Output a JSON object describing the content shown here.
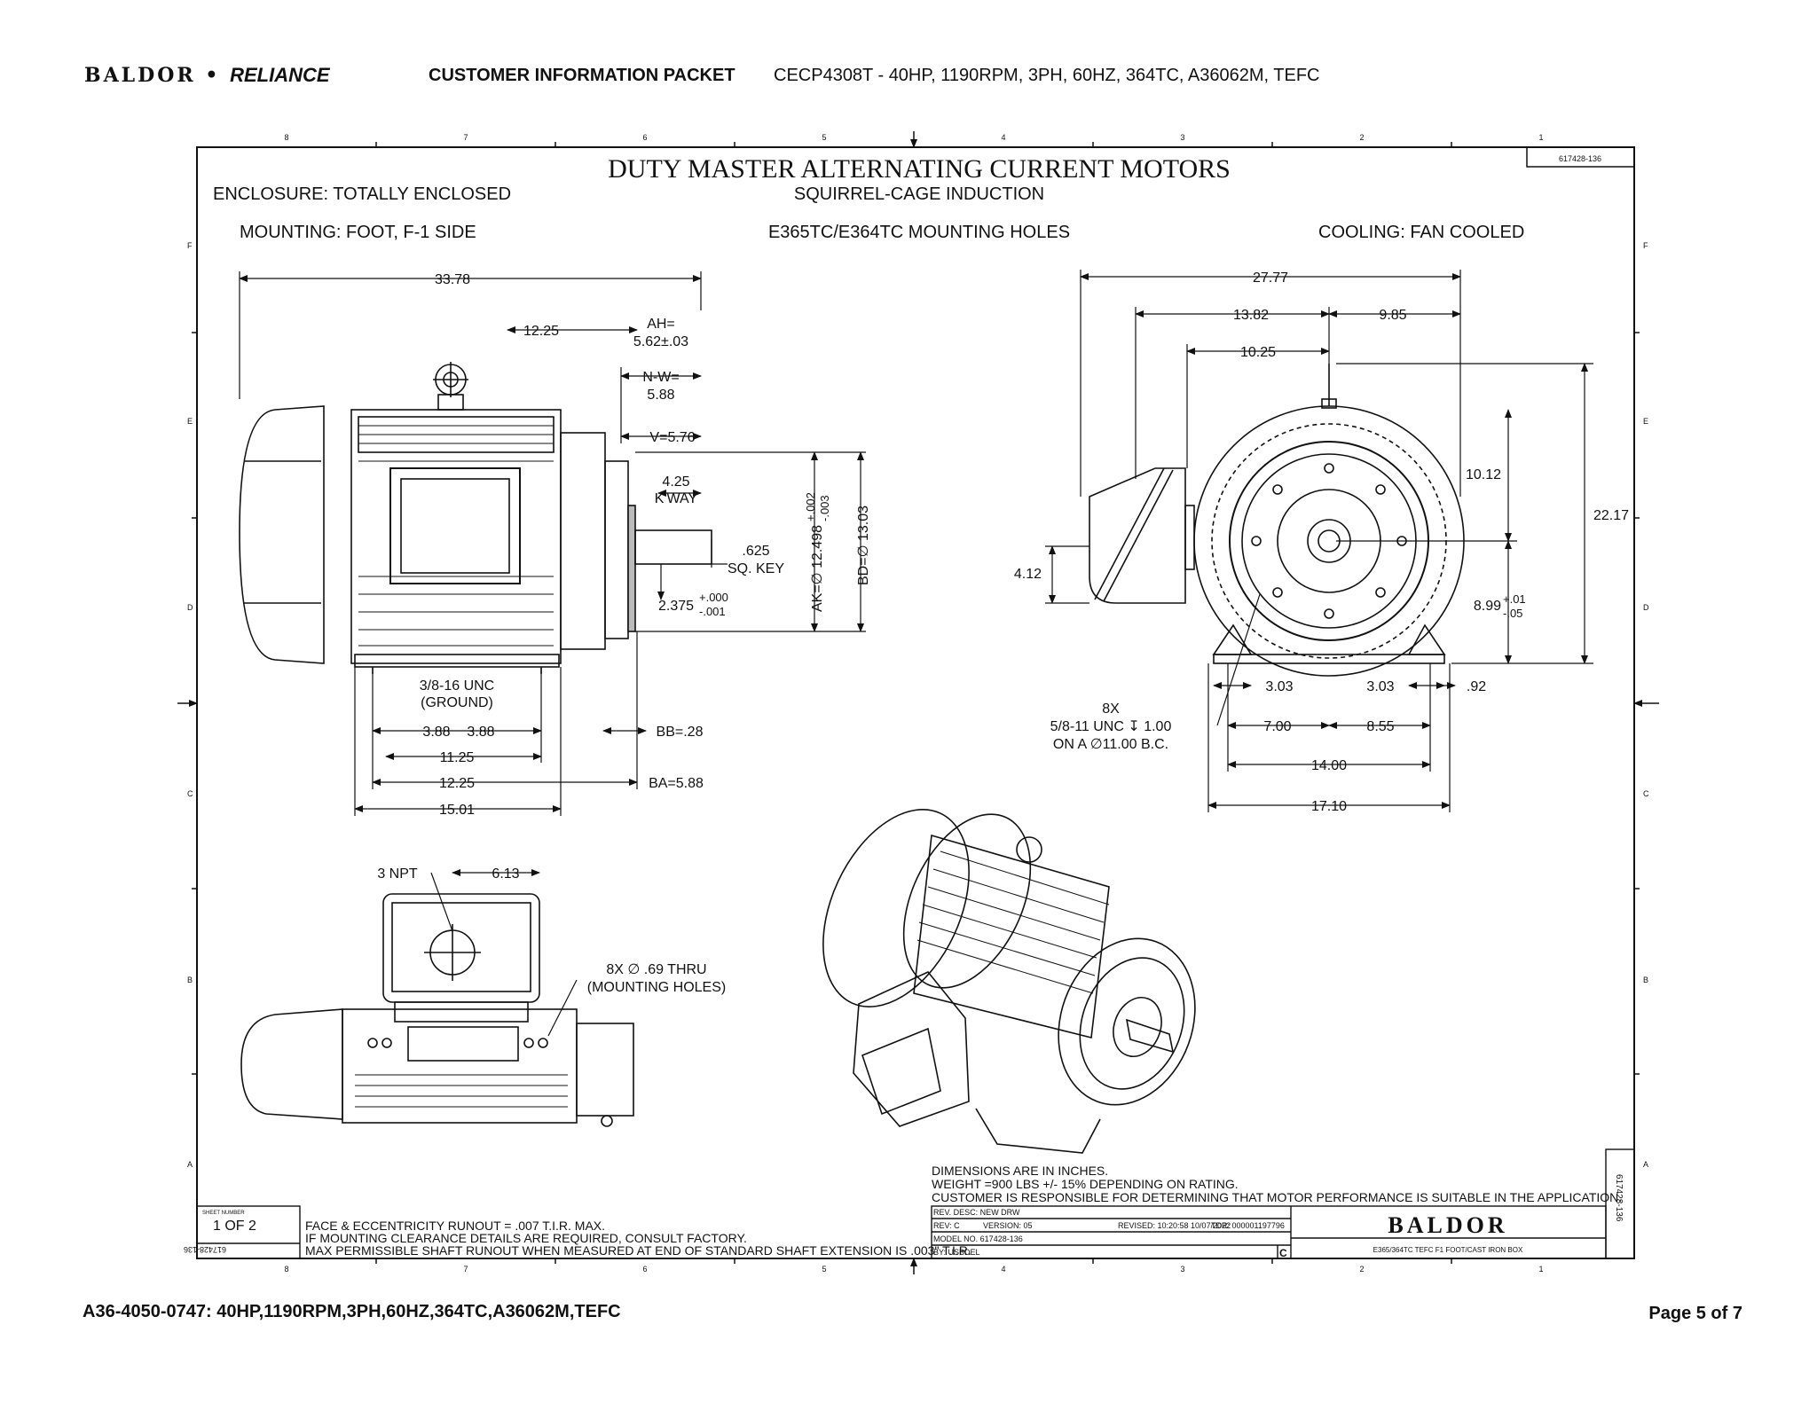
{
  "header": {
    "brand_main": "BALDOR",
    "brand_sep": "•",
    "brand_sub": "RELIANCE",
    "packet_title": "CUSTOMER INFORMATION PACKET",
    "model_desc": "CECP4308T - 40HP, 1190RPM, 3PH, 60HZ, 364TC, A36062M, TEFC"
  },
  "drawing": {
    "number": "617428-136",
    "title": "DUTY MASTER ALTERNATING CURRENT MOTORS",
    "subtitle": "SQUIRREL-CAGE INDUCTION",
    "enclosure": "ENCLOSURE: TOTALLY ENCLOSED",
    "mounting": "MOUNTING: FOOT, F-1 SIDE",
    "mounting_holes": "E365TC/E364TC MOUNTING HOLES",
    "cooling": "COOLING: FAN COOLED",
    "col_labels": [
      "8",
      "7",
      "6",
      "5",
      "4",
      "3",
      "2",
      "1"
    ],
    "row_labels": [
      "F",
      "E",
      "D",
      "C",
      "B",
      "A"
    ],
    "side_dims": {
      "overall": "33.78",
      "c1225": "12.25",
      "ah_label": "AH=",
      "ah_value": "5.62±.03",
      "nw_label": "N-W=",
      "nw_value": "5.88",
      "v": "V=5.76",
      "kway_val": "4.25",
      "kway_label": "K'WAY",
      "key_size": ".625",
      "key_label": "SQ. KEY",
      "shaft": "2.375",
      "shaft_tol_plus": "+.000",
      "shaft_tol_minus": "-.001",
      "ak": "AK=∅ 12.498",
      "ak_tol_plus": "+.002",
      "ak_tol_minus": "-.003",
      "bd": "BD=∅ 13.03",
      "ground1": "3/8-16 UNC",
      "ground2": "(GROUND)",
      "f388a": "3.88",
      "f388b": "3.88",
      "bb": "BB=.28",
      "f1125": "11.25",
      "f1225": "12.25",
      "ba": "BA=5.88",
      "f1501": "15.01"
    },
    "end_dims": {
      "d2777": "27.77",
      "d1382": "13.82",
      "d985": "9.85",
      "d1025": "10.25",
      "d1012": "10.12",
      "d2217": "22.17",
      "d412": "4.12",
      "d899": "8.99",
      "d899_plus": "+.01",
      "d899_minus": "-.05",
      "d303a": "3.03",
      "d303b": "3.03",
      "d092": ".92",
      "holes_qty": "8X",
      "holes_thread": "5/8-11 UNC ↧ 1.00",
      "holes_bc": "ON A ∅11.00 B.C.",
      "d700": "7.00",
      "d855": "8.55",
      "d1400": "14.00",
      "d1710": "17.10"
    },
    "bottom_dims": {
      "npt": "3 NPT",
      "d613": "6.13",
      "holes1": "8X ∅ .69 THRU",
      "holes2": "(MOUNTING HOLES)"
    },
    "notes": {
      "n1": "DIMENSIONS ARE IN INCHES.",
      "n2": "WEIGHT =900 LBS +/- 15% DEPENDING ON RATING.",
      "n3": "CUSTOMER IS RESPONSIBLE FOR DETERMINING THAT MOTOR PERFORMANCE IS SUITABLE IN THE APPLICATION.",
      "face1": "FACE & ECCENTRICITY RUNOUT = .007 T.I.R. MAX.",
      "face2": "IF MOUNTING CLEARANCE DETAILS ARE REQUIRED, CONSULT FACTORY.",
      "face3": "MAX PERMISSIBLE SHAFT RUNOUT WHEN MEASURED AT END OF STANDARD SHAFT EXTENSION IS .003\" T.I.R."
    },
    "title_block": {
      "sheet_label": "SHEET NUMBER",
      "sheet_value": "1 OF 2",
      "rev_desc": "REV. DESC: NEW DRW",
      "rev": "REV: C",
      "version": "VERSION: 05",
      "revised": "REVISED: 10:20:58 10/07/2022",
      "tdr": "TDR: 000001197796",
      "model_no": "MODEL NO. 617428-136",
      "by": "BY: USBDEL",
      "size": "C",
      "logo": "BALDOR",
      "desc": "E365/364TC TEFC F1 FOOT/CAST IRON BOX"
    }
  },
  "footer": {
    "left": "A36-4050-0747: 40HP,1190RPM,3PH,60HZ,364TC,A36062M,TEFC",
    "right": "Page 5 of 7"
  }
}
